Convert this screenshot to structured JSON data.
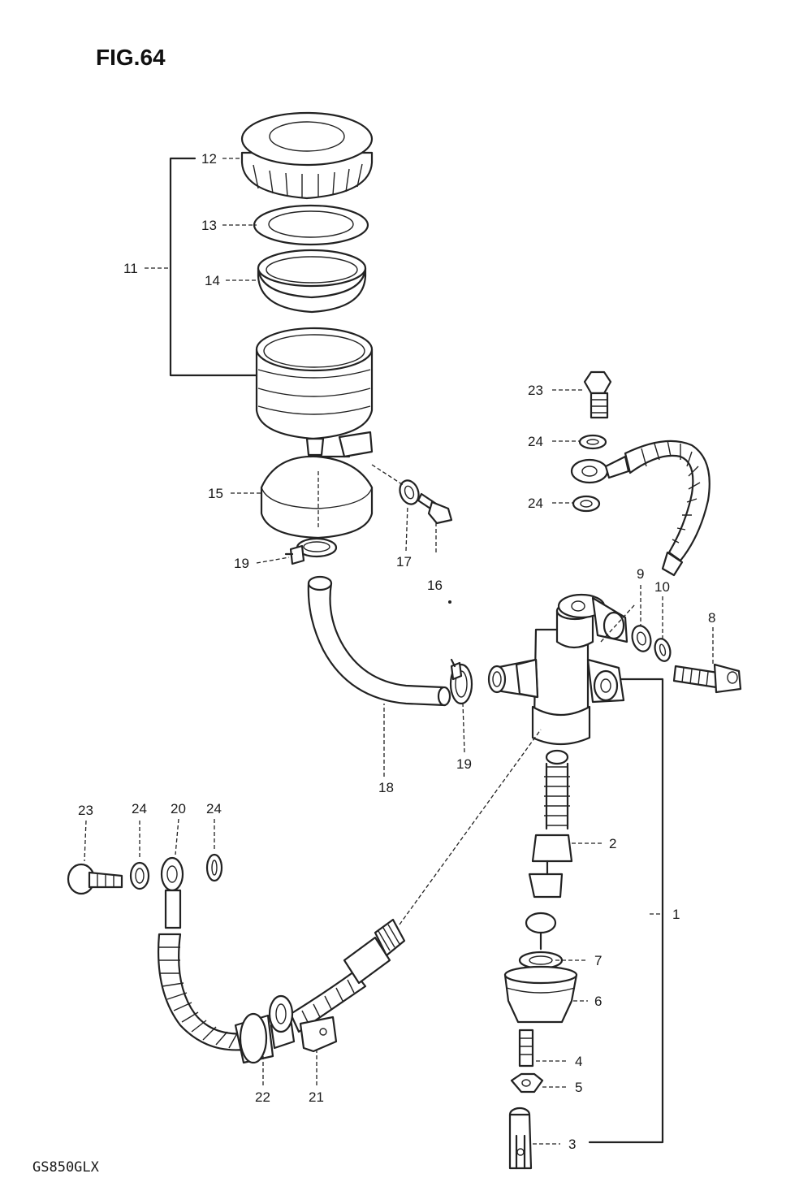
{
  "figure": {
    "title": "FIG.64",
    "model_code": "GS850GLX"
  },
  "callouts": {
    "c1": "1",
    "c2": "2",
    "c3": "3",
    "c4": "4",
    "c5": "5",
    "c6": "6",
    "c7": "7",
    "c8": "8",
    "c9": "9",
    "c10": "10",
    "c11": "11",
    "c12": "12",
    "c13": "13",
    "c14": "14",
    "c15": "15",
    "c16": "16",
    "c17": "17",
    "c18": "18",
    "c19a": "19",
    "c19b": "19",
    "c20": "20",
    "c21": "21",
    "c22": "22",
    "c23a": "23",
    "c23b": "23",
    "c24a": "24",
    "c24b": "24",
    "c24c": "24",
    "c24d": "24"
  }
}
